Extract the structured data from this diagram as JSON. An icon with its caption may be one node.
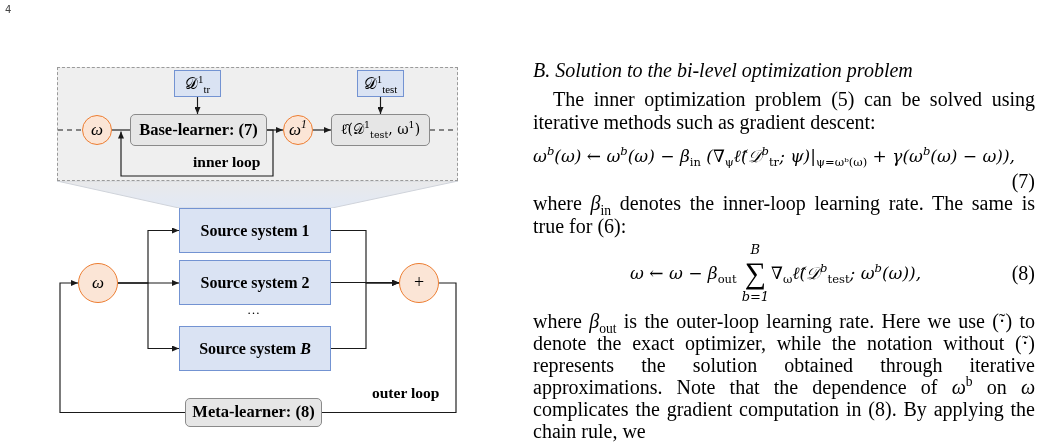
{
  "diagram": {
    "nodes": [
      {
        "text": [],
        "shape": "box"
      },
      {
        "text": [
          "𝒟$^{1}$$_{tr}$"
        ],
        "in": 0
      },
      {
        "text": [
          "𝒟$^{1}$$_{test}$"
        ],
        "in": 0
      },
      {
        "text": [
          "ω"
        ],
        "in": 0
      },
      {
        "text": [
          "Base-learner: (7)"
        ],
        "in": 0
      },
      {
        "text": [
          "ω$^{1}$"
        ],
        "in": 0
      },
      {
        "text": [
          "ℓ̂(𝒟$^{1}$$_{test}$, ω$^{1}$)"
        ],
        "in": 0
      },
      {
        "text": [],
        "shape": "trapezoid"
      },
      {
        "text": [
          "Source system 1"
        ]
      },
      {
        "text": [
          "Source system 2"
        ]
      },
      {
        "text": [
          "Source system *B*"
        ]
      },
      {
        "text": [
          "ω"
        ]
      },
      {
        "text": [
          "+"
        ]
      },
      {
        "text": [
          "Meta-learner: (8)"
        ]
      }
    ],
    "edges": [
      {
        "from": null,
        "to": 3,
        "arrow": "none",
        "style": "dashed"
      },
      {
        "from": 3,
        "to": 4,
        "arrow": "none"
      },
      {
        "from": 1,
        "to": 4,
        "arrow": "to"
      },
      {
        "from": 4,
        "to": 4,
        "arrow": "to"
      },
      {
        "from": 4,
        "to": 5,
        "arrow": "to"
      },
      {
        "from": 5,
        "to": 6,
        "arrow": "to"
      },
      {
        "from": 2,
        "to": 6,
        "arrow": "to"
      },
      {
        "from": 6,
        "to": null,
        "arrow": "none",
        "style": "dashed"
      },
      {
        "from": 11,
        "to": 8,
        "arrow": "to"
      },
      {
        "from": 11,
        "to": 9,
        "arrow": "to"
      },
      {
        "from": 11,
        "to": 10,
        "arrow": "to"
      },
      {
        "from": 8,
        "to": 12,
        "arrow": "to"
      },
      {
        "from": 9,
        "to": 12,
        "arrow": "to"
      },
      {
        "from": 10,
        "to": 12,
        "arrow": "to"
      },
      {
        "from": 12,
        "to": 13,
        "arrow": "none"
      },
      {
        "from": 13,
        "to": 11,
        "arrow": "to"
      }
    ],
    "labels": [
      "4",
      "inner loop",
      "…",
      "outer loop",
      "B. Solution to the bi-level optimization problem",
      "The inner optimization problem (5) can be solved using iterative methods such as gradient descent:",
      "ω$^{b}$(ω) ← ω$^{b}$(ω) − β$_{in}$ (∇$_{ψ}$ℓ̂(𝒟$^{b}$$_{tr}$; ψ)|$_{ψ=ωᵇ(ω)}$ + γ(ω$^{b}$(ω) − ω)),",
      "(7)",
      "where *β*$_{in}$ denotes the inner-loop learning rate. The same is true for (6):",
      "ω ← ω − β$_{out}$",
      "B",
      "∑",
      "b=1",
      "∇$_{ω}$ℓ̂(𝒟$^{b}$$_{test}$; ω$^{b}$(ω)),",
      "(8)",
      "where *β*$_{out}$ is the outer-loop learning rate. Here we use (̃·) to denote the exact optimizer, while the notation without (̃·) represents the solution obtained through iterative approximations. Note that the dependence of *ω*$^{b}$ on *ω* complicates the gradient computation in (8). By applying the chain rule, we"
    ]
  }
}
